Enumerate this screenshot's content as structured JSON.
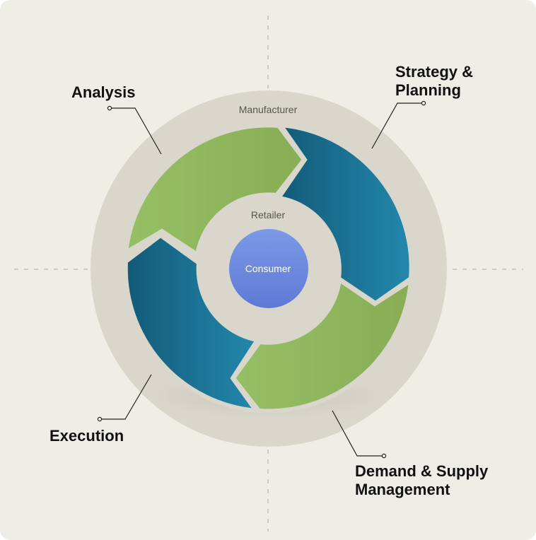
{
  "rings": {
    "outer_label": "Manufacturer",
    "inner_label": "Retailer",
    "core_label": "Consumer"
  },
  "stages": {
    "analysis": {
      "lines": [
        "Analysis"
      ]
    },
    "strategy": {
      "lines": [
        "Strategy &",
        "Planning"
      ]
    },
    "demand": {
      "lines": [
        "Demand & Supply",
        "Management"
      ]
    },
    "execution": {
      "lines": [
        "Execution"
      ]
    }
  },
  "colors": {
    "background": "#efeee6",
    "outer_ring": "#d9d7cb",
    "green": "#8fba5c",
    "blue": "#1a6f8f",
    "core": "#6f8ee0"
  }
}
